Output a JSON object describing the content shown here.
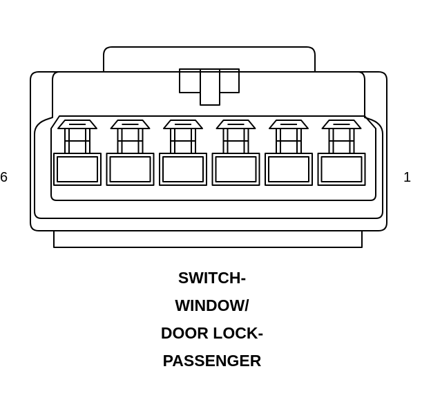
{
  "connector": {
    "pin_count": 6,
    "pin_left_label": "6",
    "pin_right_label": "1"
  },
  "caption": {
    "lines": [
      "SWITCH-",
      "WINDOW/",
      "DOOR LOCK-",
      "PASSENGER"
    ]
  },
  "colors": {
    "stroke": "#000000",
    "background": "#ffffff"
  }
}
